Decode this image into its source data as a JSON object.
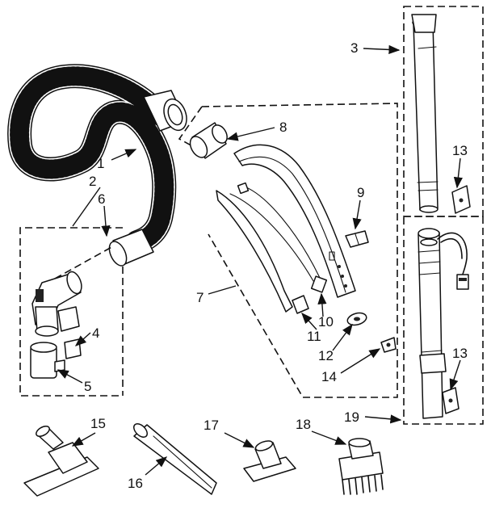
{
  "callouts": [
    {
      "id": "1",
      "text": "1"
    },
    {
      "id": "2",
      "text": "2"
    },
    {
      "id": "3",
      "text": "3"
    },
    {
      "id": "4",
      "text": "4"
    },
    {
      "id": "5",
      "text": "5"
    },
    {
      "id": "6",
      "text": "6"
    },
    {
      "id": "7",
      "text": "7"
    },
    {
      "id": "8",
      "text": "8"
    },
    {
      "id": "9",
      "text": "9"
    },
    {
      "id": "10",
      "text": "10"
    },
    {
      "id": "11",
      "text": "11"
    },
    {
      "id": "12",
      "text": "12"
    },
    {
      "id": "13a",
      "text": "13"
    },
    {
      "id": "13b",
      "text": "13"
    },
    {
      "id": "14",
      "text": "14"
    },
    {
      "id": "15",
      "text": "15"
    },
    {
      "id": "16",
      "text": "16"
    },
    {
      "id": "17",
      "text": "17"
    },
    {
      "id": "18",
      "text": "18"
    },
    {
      "id": "19",
      "text": "19"
    }
  ]
}
